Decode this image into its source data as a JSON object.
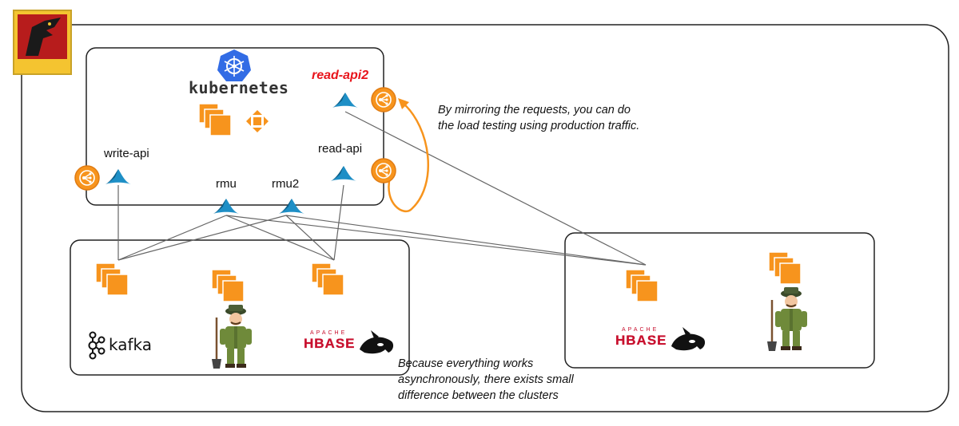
{
  "logo": {
    "text": "FALCON"
  },
  "kubernetes": {
    "label": "kubernetes"
  },
  "services": {
    "read_api2": "read-api2",
    "read_api": "read-api",
    "write_api": "write-api",
    "rmu": "rmu",
    "rmu2": "rmu2"
  },
  "cluster_left": {
    "kafka_label": "kafka",
    "hbase_small": "APACHE",
    "hbase_big": "HBASE"
  },
  "cluster_right": {
    "hbase_small": "APACHE",
    "hbase_big": "HBASE"
  },
  "notes": {
    "mirroring": [
      "By mirroring the requests, you can do",
      "the load testing using production traffic."
    ],
    "async": [
      "Because everything works",
      "asynchronously, there exists small",
      "difference between the clusters"
    ]
  },
  "colors": {
    "aws_orange": "#f7941d",
    "aws_orange_dark": "#e07b12",
    "service_blue": "#1e8fc6",
    "kube_blue": "#326ce5",
    "highlight_red": "#e8141b",
    "mirror_arrow": "#f7941d"
  }
}
